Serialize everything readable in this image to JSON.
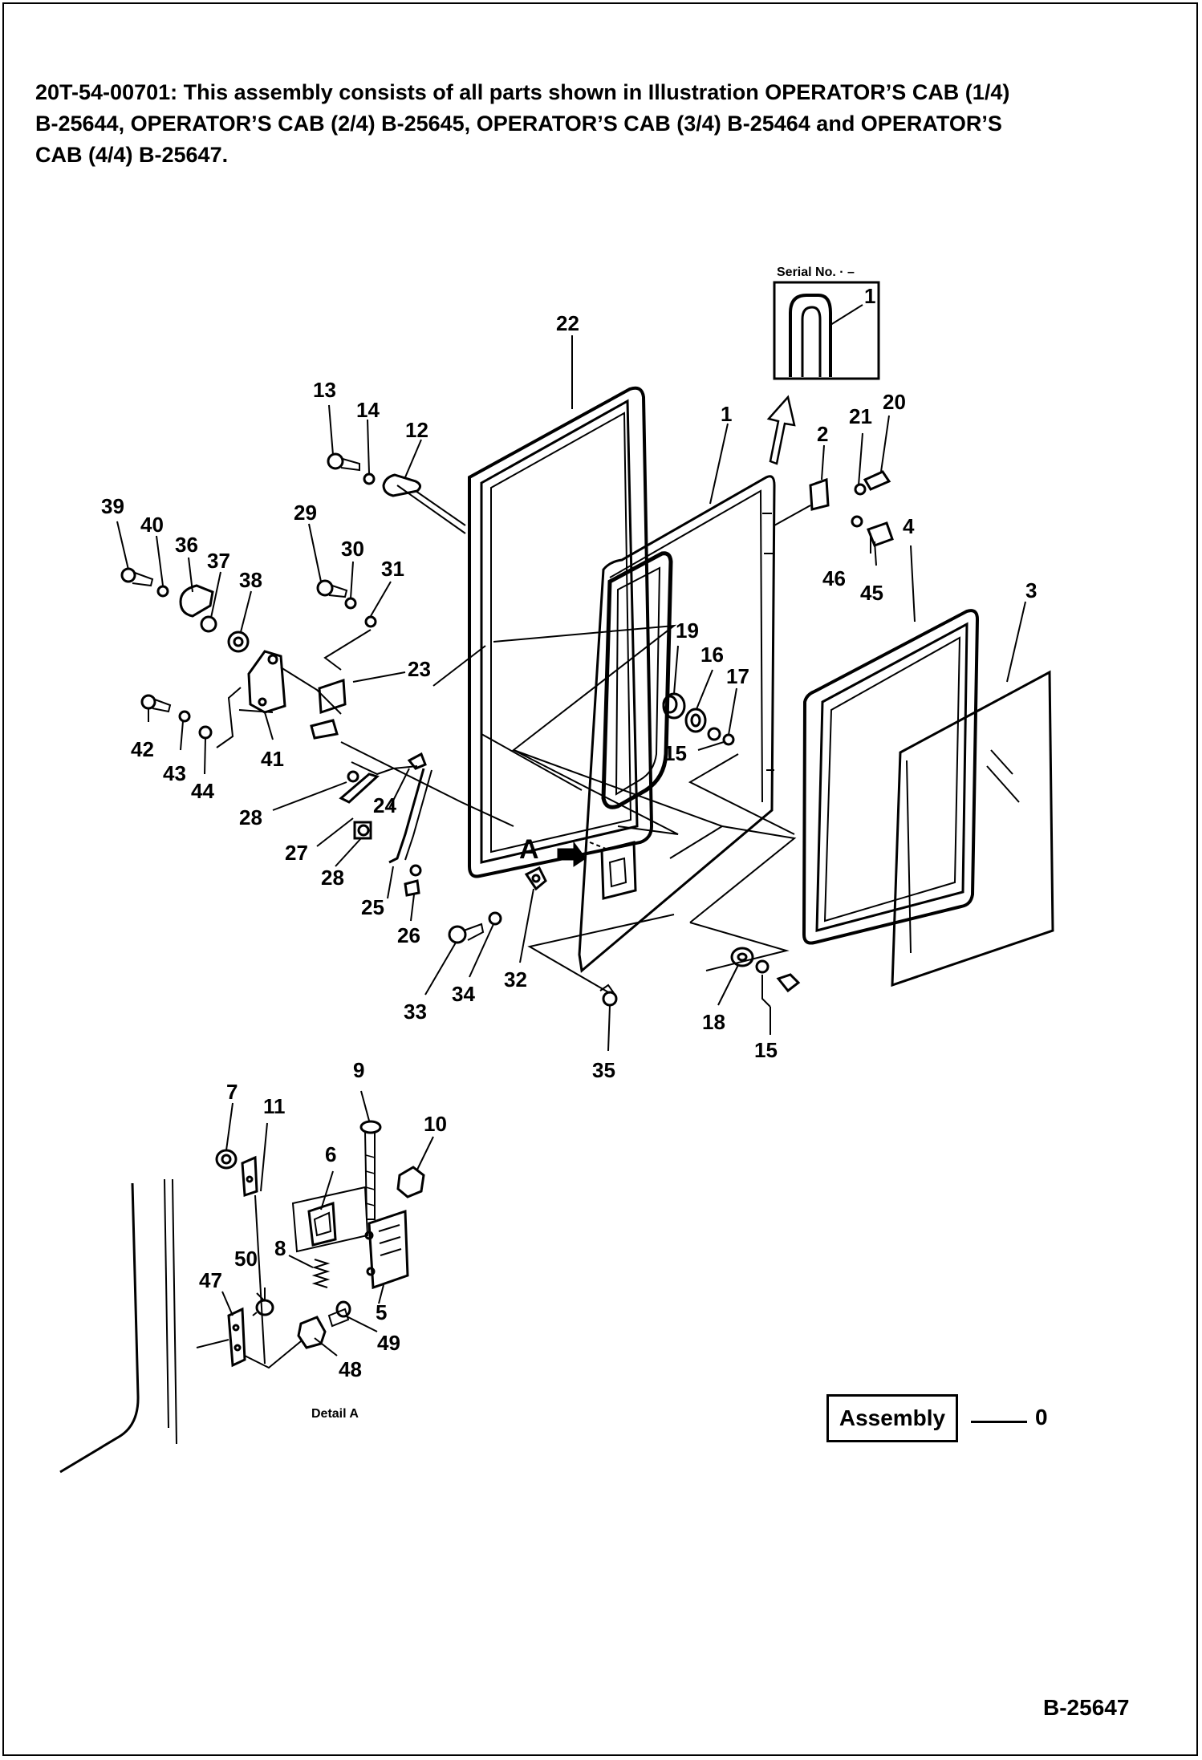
{
  "header": {
    "line1": "20T-54-00701: This assembly consists of all parts shown in Illustration OPERATOR’S CAB (1/4)",
    "line2": "B-25644, OPERATOR’S CAB (2/4) B-25645, OPERATOR’S CAB (3/4) B-25464 and OPERATOR’S",
    "line3": "CAB (4/4) B-25647."
  },
  "inset": {
    "title": "Serial No. ·  –",
    "callout": "1"
  },
  "detail_label": "Detail A",
  "view_marker": "A",
  "callouts": [
    "1",
    "2",
    "3",
    "4",
    "5",
    "6",
    "7",
    "8",
    "9",
    "10",
    "11",
    "12",
    "13",
    "14",
    "15",
    "15",
    "15",
    "16",
    "17",
    "18",
    "19",
    "20",
    "21",
    "22",
    "23",
    "24",
    "25",
    "26",
    "27",
    "28",
    "28",
    "29",
    "30",
    "31",
    "32",
    "33",
    "34",
    "35",
    "36",
    "37",
    "38",
    "39",
    "40",
    "41",
    "42",
    "43",
    "44",
    "45",
    "46",
    "47",
    "48",
    "49",
    "50"
  ],
  "assembly": {
    "label": "Assembly",
    "quantity": "0"
  },
  "figure_number": "B-25647"
}
